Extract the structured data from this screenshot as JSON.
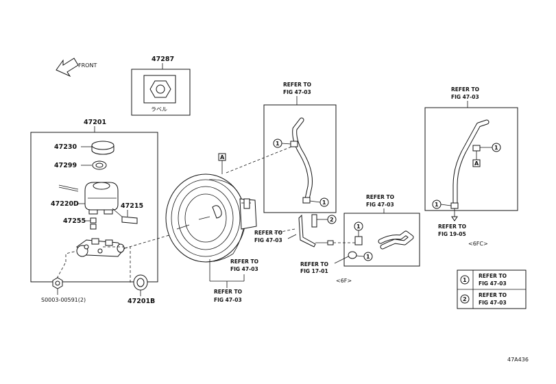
{
  "front_label": "FRONT",
  "diagram_code": "47A436",
  "parts": {
    "p47287": "47287",
    "label_jp": "ラベル",
    "p47201": "47201",
    "p47230": "47230",
    "p47299": "47299",
    "p47220D": "47220D",
    "p47215": "47215",
    "p47255": "47255",
    "p47201B": "47201B",
    "s0003": "S0003-00591(2)"
  },
  "refs": {
    "ref_to": "REFER TO",
    "fig_47_03": "FIG 47-03",
    "fig_17_01": "FIG 17-01",
    "fig_19_05": "FIG 19-05"
  },
  "variants": {
    "v6f": "<6F>",
    "v6fc": "<6FC>"
  },
  "callouts": {
    "one": "1",
    "two": "2",
    "a": "A"
  },
  "legend": [
    {
      "num": "1",
      "ref": "REFER TO",
      "fig": "FIG 47-03"
    },
    {
      "num": "2",
      "ref": "REFER TO",
      "fig": "FIG 47-03"
    }
  ]
}
